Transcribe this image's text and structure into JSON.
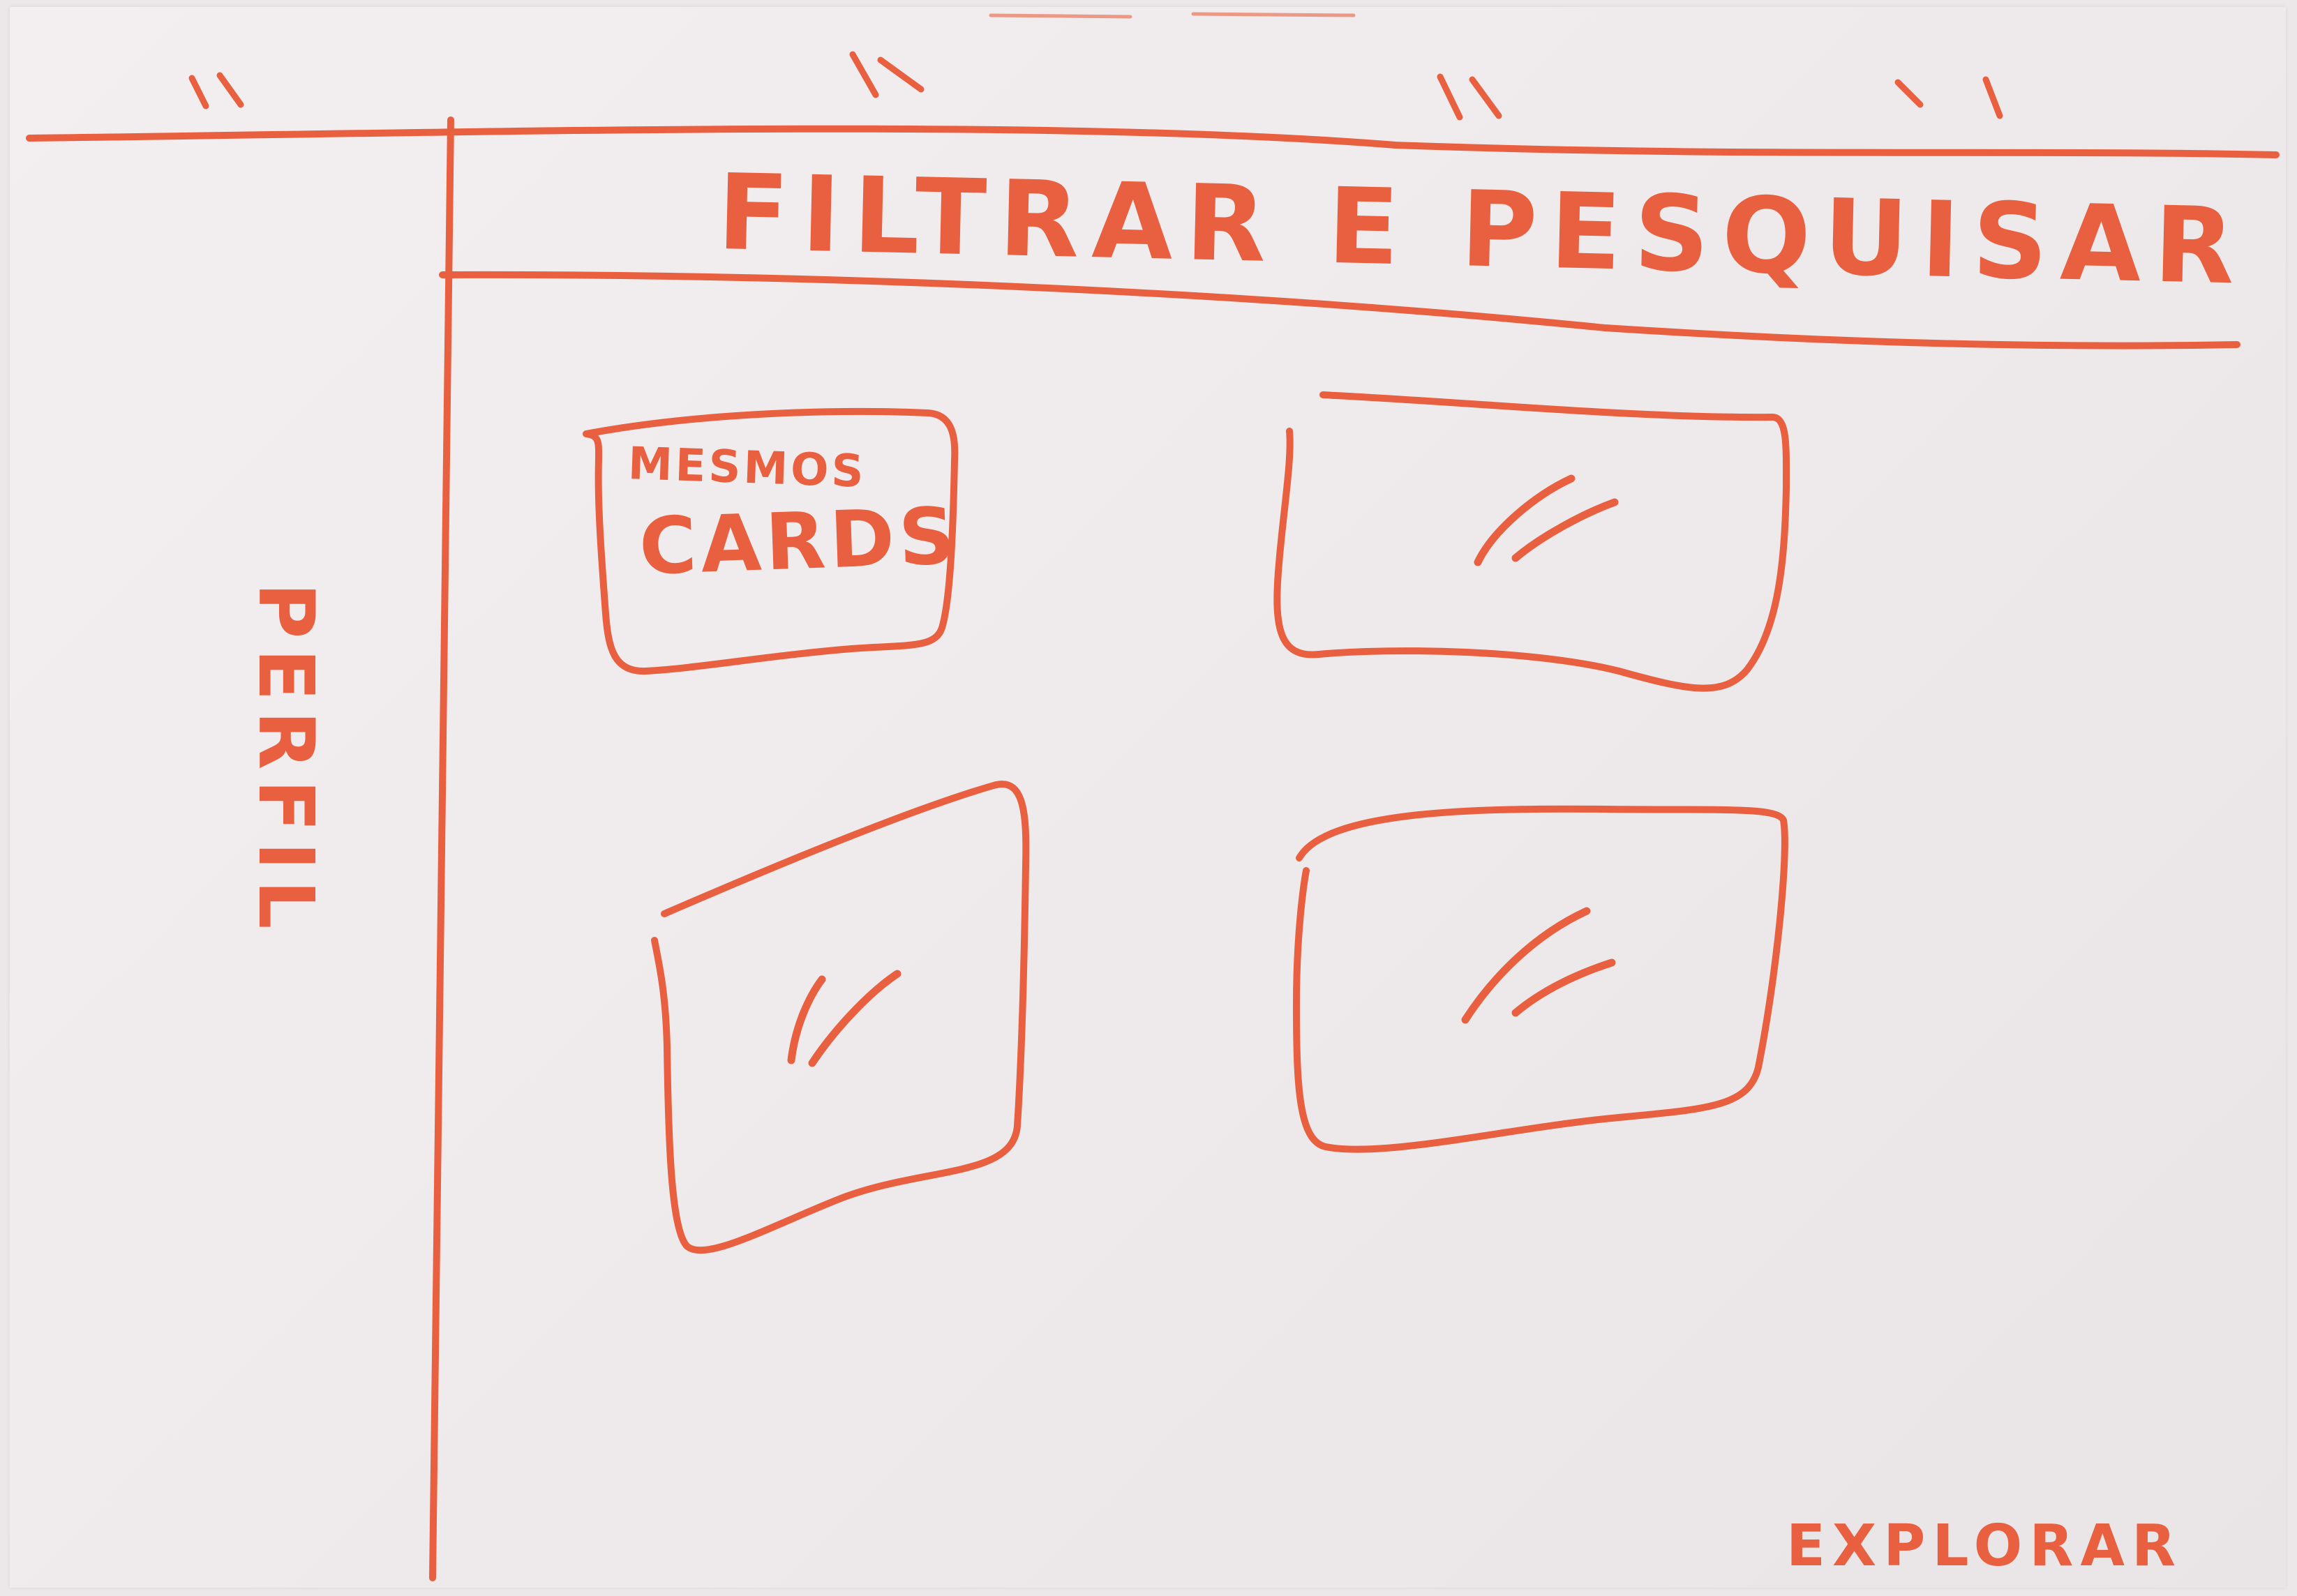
{
  "header": {
    "title": "FILTRAR E PESQUISAR"
  },
  "sidebar": {
    "label": "PERFIL"
  },
  "cards": {
    "first_card_label_line1": "MESMOS",
    "first_card_label_line2": "CARDS",
    "count": 4
  },
  "footer": {
    "page_label": "EXPLORAR"
  },
  "colors": {
    "ink": "#e8603f",
    "paper": "#efebed"
  }
}
